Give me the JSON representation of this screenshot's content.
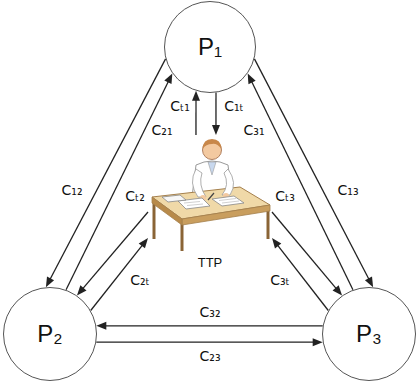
{
  "diagram": {
    "nodes": [
      {
        "text": [
          "P₁"
        ]
      },
      {
        "text": [
          "P₂"
        ]
      },
      {
        "text": [
          "P₃"
        ]
      },
      {
        "text": [
          "TTP"
        ]
      }
    ],
    "edges": [
      {
        "from": 0,
        "to": 1,
        "label": "C₁₂",
        "arrow": "to"
      },
      {
        "from": 1,
        "to": 0,
        "label": "C₂₁",
        "arrow": "to"
      },
      {
        "from": 0,
        "to": 2,
        "label": "C₁₃",
        "arrow": "to"
      },
      {
        "from": 2,
        "to": 0,
        "label": "C₃₁",
        "arrow": "to"
      },
      {
        "from": 3,
        "to": 0,
        "label": "Cₜ₁",
        "arrow": "to"
      },
      {
        "from": 0,
        "to": 3,
        "label": "C₁ₜ",
        "arrow": "to"
      },
      {
        "from": 3,
        "to": 1,
        "label": "Cₜ₂",
        "arrow": "to"
      },
      {
        "from": 1,
        "to": 3,
        "label": "C₂ₜ",
        "arrow": "to"
      },
      {
        "from": 3,
        "to": 2,
        "label": "Cₜ₃",
        "arrow": "to"
      },
      {
        "from": 2,
        "to": 3,
        "label": "C₃ₜ",
        "arrow": "to"
      },
      {
        "from": 2,
        "to": 1,
        "label": "C₃₂",
        "arrow": "to"
      },
      {
        "from": 1,
        "to": 2,
        "label": "C₂₃",
        "arrow": "to"
      }
    ]
  }
}
